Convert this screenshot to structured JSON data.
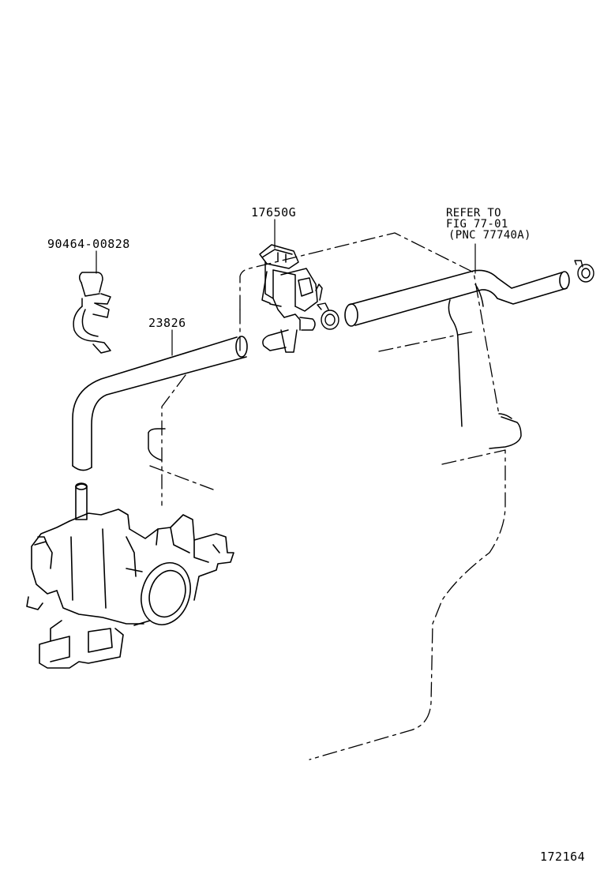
{
  "parts": {
    "clip": "90464-00828",
    "hose": "23826",
    "vsv": "17650G"
  },
  "reference": {
    "line1": "REFER TO",
    "line2": "FIG 77-01",
    "line3": "(PNC 77740A)"
  },
  "illustration_number": "172164",
  "colors": {
    "ink": "#000000",
    "paper": "#ffffff"
  }
}
